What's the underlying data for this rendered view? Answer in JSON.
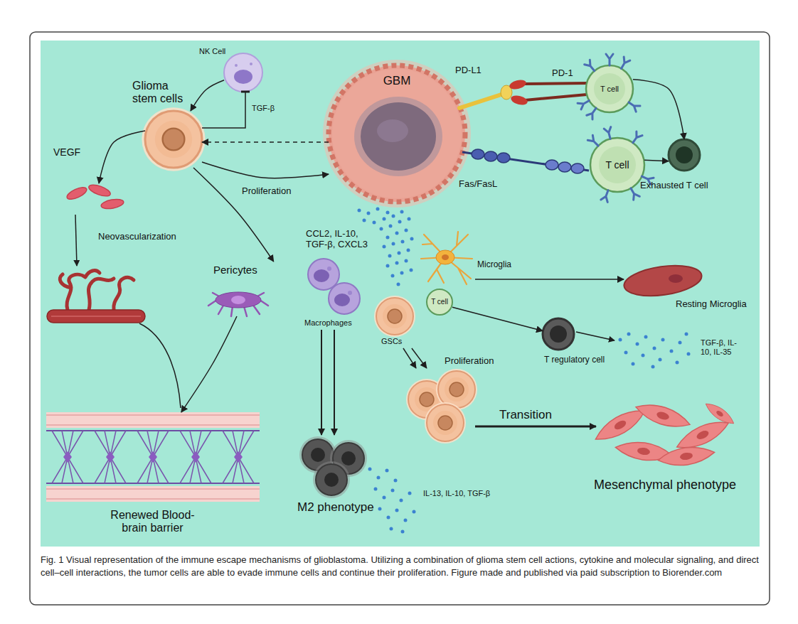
{
  "diagram": {
    "caption": "Fig. 1 Visual representation of the immune escape mechanisms of glioblastoma. Utilizing a combination of glioma stem cell actions, cytokine and molecular signaling, and direct cell–cell interactions, the tumor cells are able to evade immune cells and continue their proliferation. Figure made and published via paid subscription to Biorender.com",
    "nodes": [
      {
        "text": [
          "NK Cell"
        ]
      },
      {
        "text": [
          "Glioma stem cells"
        ]
      },
      {
        "text": [
          "GBM"
        ]
      },
      {
        "text": [
          "T cell"
        ]
      },
      {
        "text": [
          "VEGF"
        ]
      },
      {
        "text": [
          "T cell"
        ]
      },
      {
        "text": [
          "Exhausted T cell"
        ]
      },
      {
        "text": [
          "Pericytes"
        ]
      },
      {
        "text": [
          "Microglia"
        ]
      },
      {
        "text": [
          "Resting Microglia"
        ]
      },
      {
        "text": [
          "Macrophages"
        ]
      },
      {
        "text": [
          "T cell"
        ]
      },
      {
        "text": [
          "GSCs"
        ]
      },
      {
        "text": [
          "T regulatory cell"
        ]
      },
      {
        "text": [
          "Proliferation"
        ]
      },
      {
        "text": [
          "Mesenchymal phenotype"
        ]
      },
      {
        "text": [
          "M2 phenotype"
        ]
      },
      {
        "text": [
          "Renewed Blood-brain barrier"
        ]
      }
    ],
    "edges": [
      {
        "from": 0,
        "to": 1,
        "arrow": "to"
      },
      {
        "from": 1,
        "to": 0,
        "label": "TGF-β",
        "arrow": "none"
      },
      {
        "from": 2,
        "to": 1,
        "arrow": "to"
      },
      {
        "from": 1,
        "to": 2,
        "label": "Proliferation",
        "arrow": "to"
      },
      {
        "from": 3,
        "to": 6,
        "arrow": "to"
      },
      {
        "from": 5,
        "to": 6,
        "arrow": "to"
      },
      {
        "from": 1,
        "to": 4,
        "arrow": "to"
      },
      {
        "from": 1,
        "to": 7,
        "arrow": "to"
      },
      {
        "from": 7,
        "to": 17,
        "arrow": "to"
      },
      {
        "from": 8,
        "to": 9,
        "arrow": "to"
      },
      {
        "from": 11,
        "to": 13,
        "arrow": "to"
      },
      {
        "from": 10,
        "to": 16,
        "arrow": "to"
      },
      {
        "from": 10,
        "to": 16,
        "arrow": "to"
      },
      {
        "from": 12,
        "to": 14,
        "arrow": "to"
      },
      {
        "from": 12,
        "to": 14,
        "arrow": "to"
      },
      {
        "from": 14,
        "to": 15,
        "label": "Transition",
        "arrow": "to"
      }
    ],
    "labels": [
      "PD-L1",
      "PD-1",
      "Fas/FasL",
      "CCL2, IL-10, TGF-β, CXCL3",
      "Neovascularization",
      "TGF-β, IL-10, IL-35",
      "IL-13, IL-10, TGF-β"
    ]
  }
}
